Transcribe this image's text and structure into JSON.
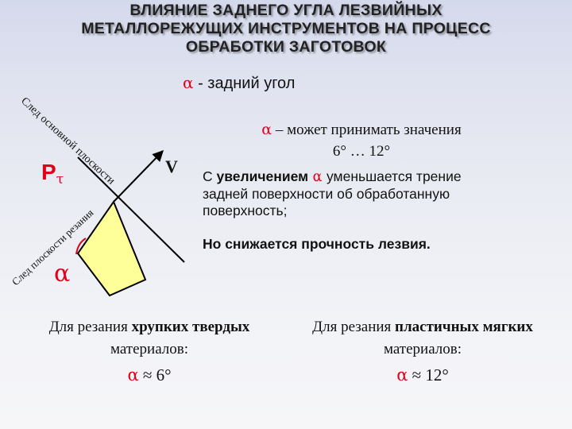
{
  "title": {
    "line1": "ВЛИЯНИЕ ЗАДНЕГО УГЛА ЛЕЗВИЙНЫХ",
    "line2": "МЕТАЛЛОРЕЖУЩИХ ИНСТРУМЕНТОВ НА ПРОЦЕСС",
    "line3": "ОБРАБОТКИ ЗАГОТОВОК"
  },
  "definition": {
    "symbol": "α",
    "text": " - задний угол"
  },
  "diagram": {
    "main_plane_label": "След основной плоскости",
    "cutting_plane_label": "След плоскости резания",
    "p_label": "P",
    "p_subscript": "τ",
    "v_label": "V",
    "alpha_label": "α",
    "colors": {
      "blade_fill": "#ffff99",
      "red": "#e0001a",
      "line": "#000000"
    }
  },
  "values": {
    "symbol": "α",
    "text": " – может принимать значения",
    "range": "6°  … 12°"
  },
  "increase": {
    "prefix": "С ",
    "bold": "увеличением",
    "symbol": " α ",
    "rest1": "уменьшается трение",
    "line2": "задней поверхности об обработанную",
    "line3": "поверхность;"
  },
  "strength": "Но снижается прочность лезвия.",
  "brittle": {
    "prefix": "Для резания ",
    "bold": "хрупких твердых",
    "line2": "материалов:",
    "symbol": "α",
    "value": " ≈ 6°"
  },
  "plastic": {
    "prefix": "Для резания ",
    "bold": "пластичных мягких",
    "line2": "материалов:",
    "symbol": "α",
    "value": " ≈ 12°"
  }
}
